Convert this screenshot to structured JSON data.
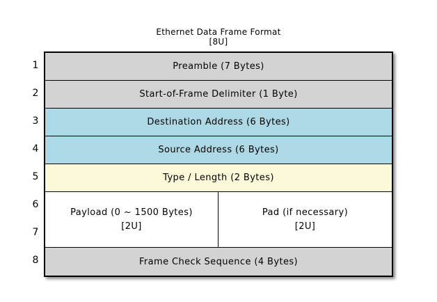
{
  "title": {
    "line1": "Ethernet Data Frame Format",
    "line2": "[8U]"
  },
  "colors": {
    "gray": "#D3D3D3",
    "blue": "#ADD8E6",
    "yellow": "#FBF9D8",
    "white": "#FFFFFF",
    "border": "#000000",
    "page_background": "#FFFFFF"
  },
  "row_numbers": [
    "1",
    "2",
    "3",
    "4",
    "5",
    "6",
    "7",
    "8"
  ],
  "frame": {
    "rows": [
      {
        "label": "Preamble (7 Bytes)",
        "fill": "gray"
      },
      {
        "label": "Start-of-Frame Delimiter (1 Byte)",
        "fill": "gray"
      },
      {
        "label": "Destination Address (6 Bytes)",
        "fill": "blue"
      },
      {
        "label": "Source Address (6 Bytes)",
        "fill": "blue"
      },
      {
        "label": "Type / Length (2 Bytes)",
        "fill": "yellow"
      },
      {
        "fill": "white",
        "left": {
          "line1": "Payload (0 ~ 1500 Bytes)",
          "line2": "[2U]"
        },
        "right": {
          "line1": "Pad (if necessary)",
          "line2": "[2U]"
        }
      },
      {
        "label": "Frame Check Sequence (4 Bytes)",
        "fill": "gray"
      }
    ]
  }
}
